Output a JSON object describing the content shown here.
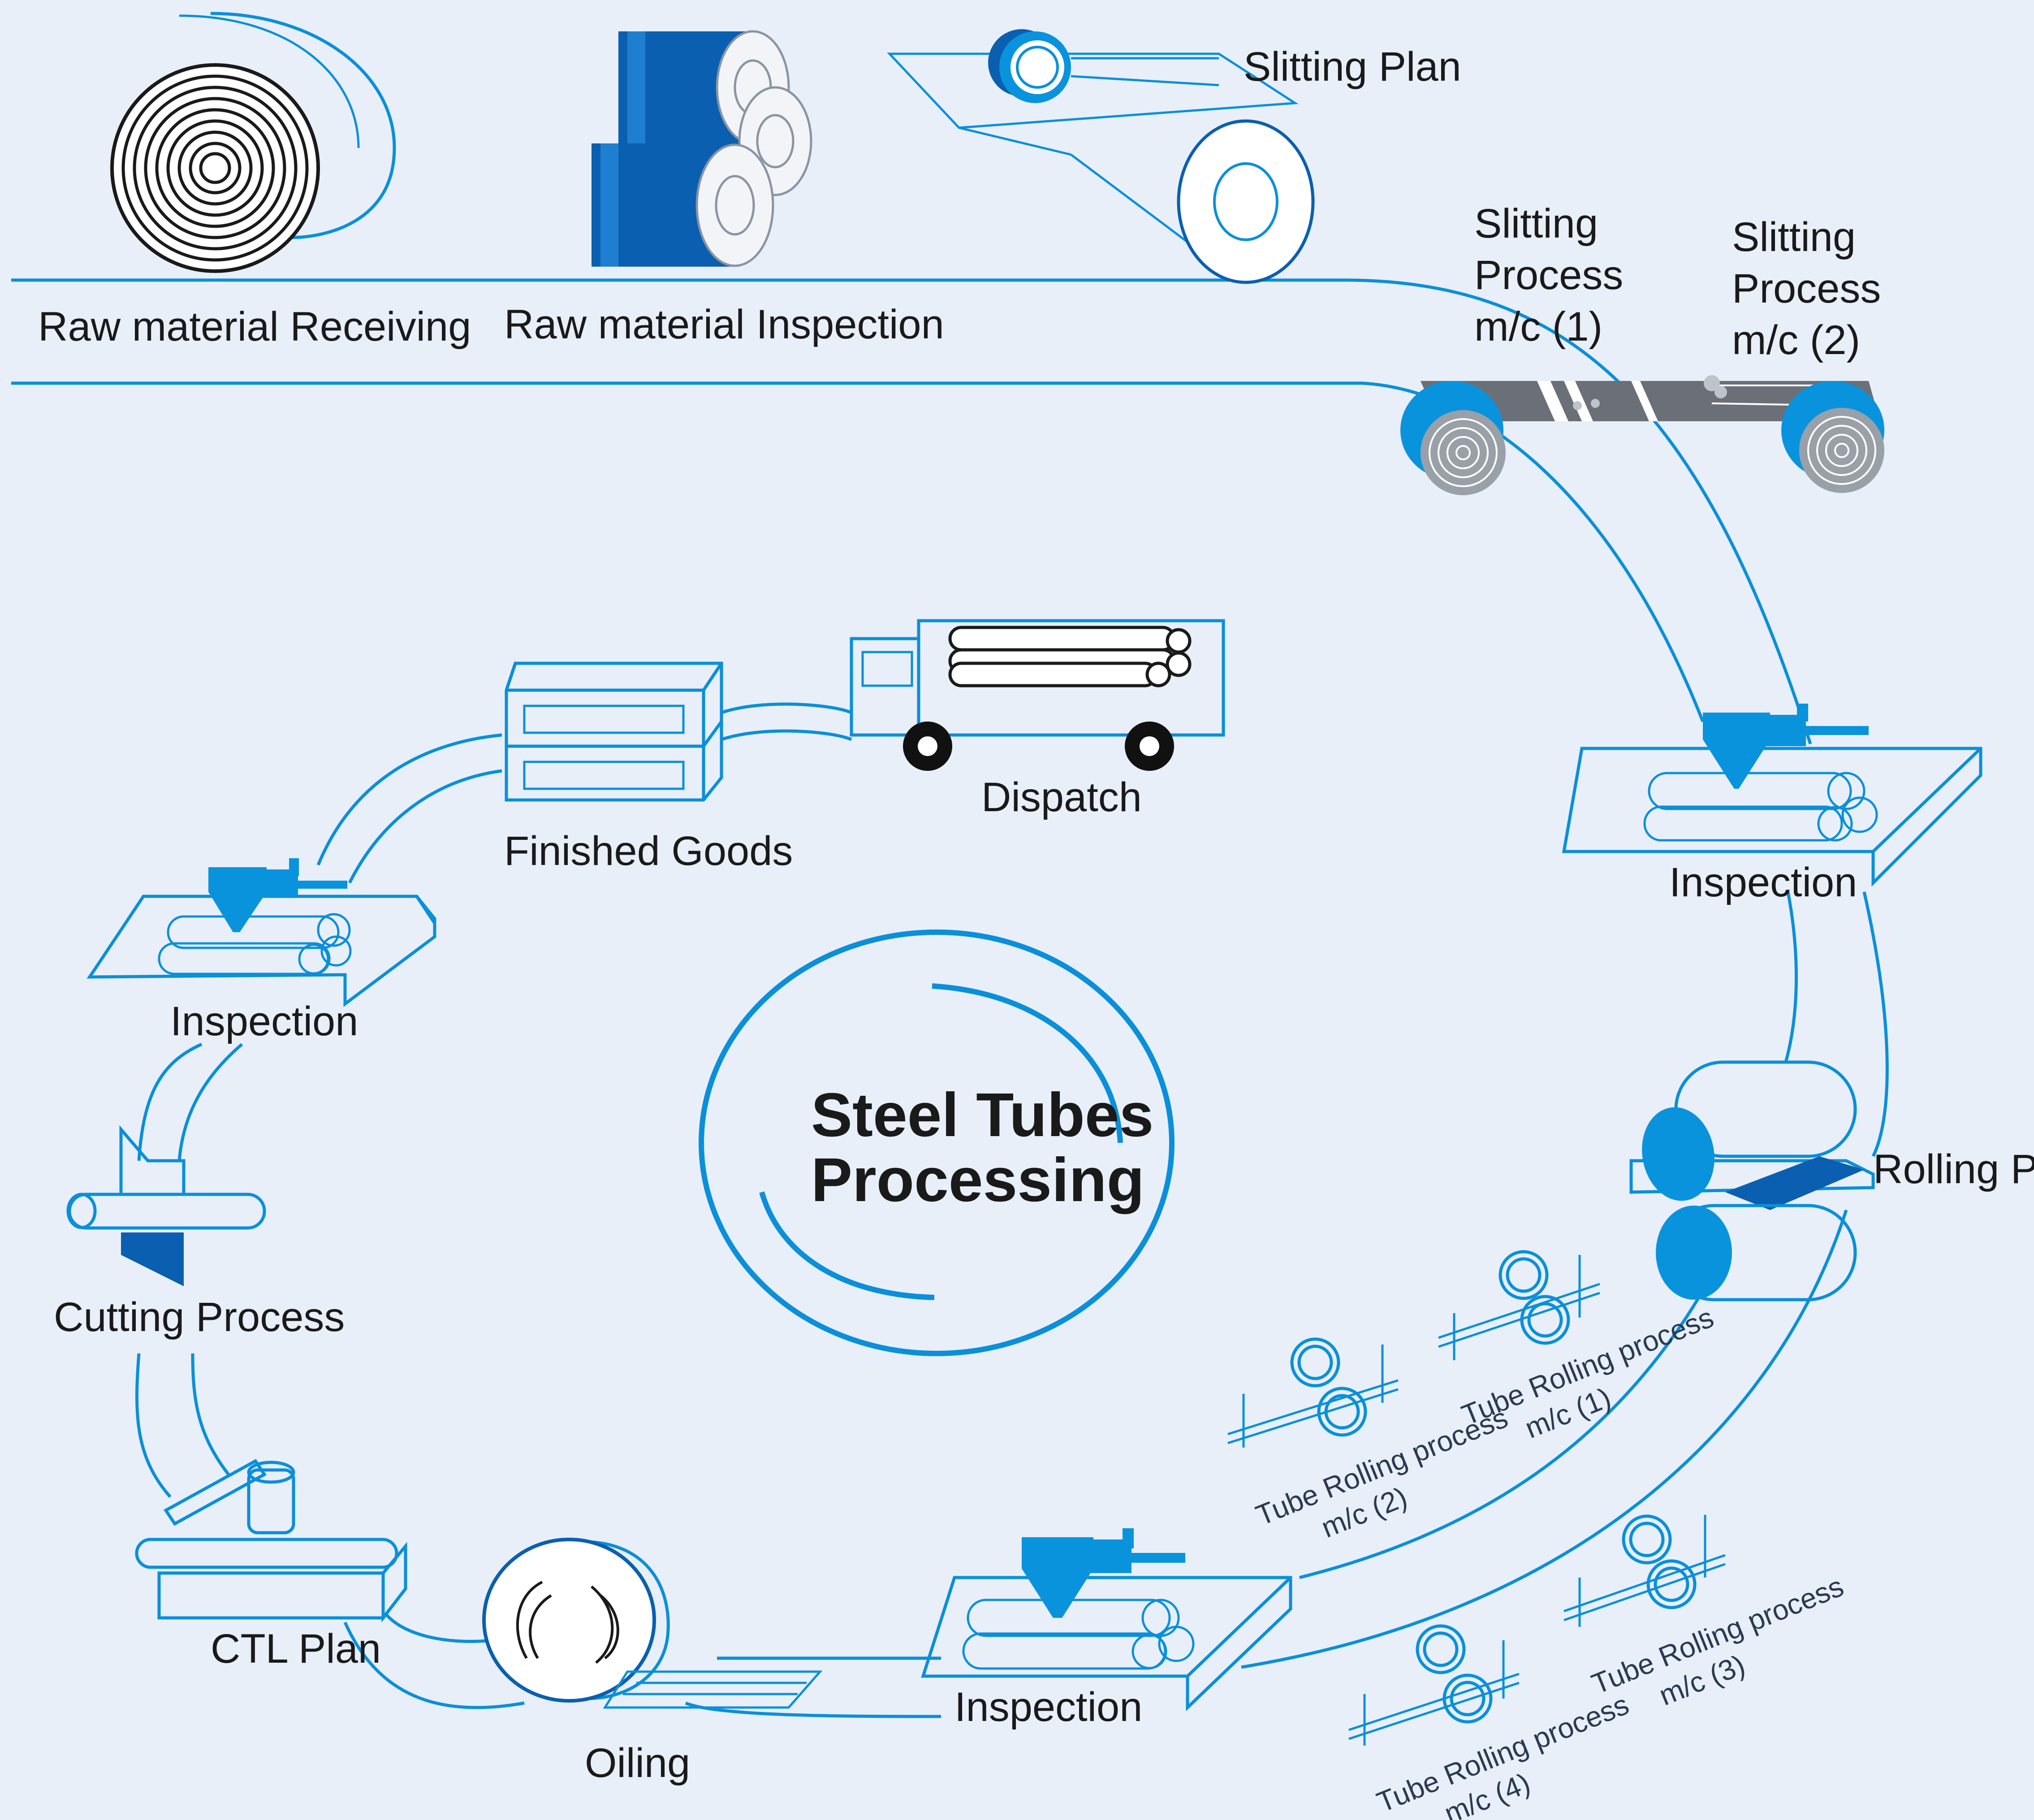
{
  "title": {
    "line1": "Steel Tubes",
    "line2": "Processing"
  },
  "stages": {
    "raw_receiving": "Raw material Receiving",
    "raw_inspection": "Raw material Inspection",
    "slitting_plan": "Slitting Plan",
    "slitting_1": {
      "line1": "Slitting",
      "line2": "Process",
      "line3": "m/c (1)"
    },
    "slitting_2": {
      "line1": "Slitting",
      "line2": "Process",
      "line3": "m/c (2)"
    },
    "inspection_right": "Inspection",
    "rolling_plan": "Rolling Plan",
    "tube_rolling_1": {
      "line1": "Tube Rolling process",
      "line2": "m/c (1)"
    },
    "tube_rolling_2": {
      "line1": "Tube Rolling process",
      "line2": "m/c (2)"
    },
    "tube_rolling_3": {
      "line1": "Tube Rolling process",
      "line2": "m/c (3)"
    },
    "tube_rolling_4": {
      "line1": "Tube Rolling process",
      "line2": "m/c (4)"
    },
    "inspection_bottom": "Inspection",
    "oiling": "Oiling",
    "ctl_plan": "CTL Plan",
    "cutting_process": "Cutting Process",
    "inspection_left": "Inspection",
    "finished_goods": "Finished Goods",
    "dispatch": "Dispatch"
  },
  "colors": {
    "background": "#E8EFF8",
    "accent": "#0A93DD",
    "accent_dark": "#0A5FB0",
    "text": "#1A1A1A"
  }
}
